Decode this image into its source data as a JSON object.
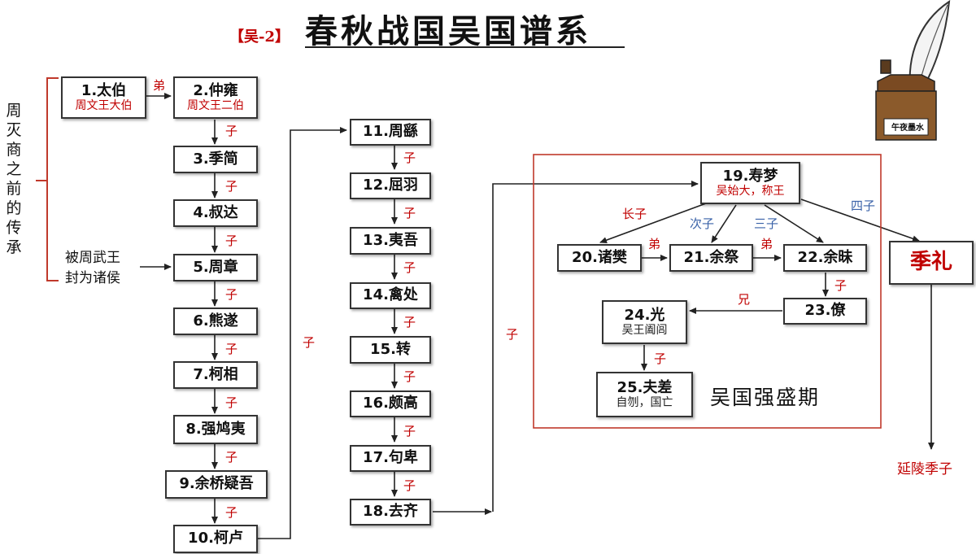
{
  "header": {
    "tag": "【吴-2】",
    "title": "春秋战国吴国谱系"
  },
  "logo": {
    "caption": "午夜墨水"
  },
  "left_note": {
    "vertical": "周灭商之前的传承",
    "enfeoff_line1": "被周武王",
    "enfeoff_line2": "封为诸侯"
  },
  "nodes": {
    "n1": {
      "name": "1.太伯",
      "sub": "周文王大伯"
    },
    "n2": {
      "name": "2.仲雍",
      "sub": "周文王二伯"
    },
    "n3": {
      "name": "3.季简"
    },
    "n4": {
      "name": "4.叔达"
    },
    "n5": {
      "name": "5.周章"
    },
    "n6": {
      "name": "6.熊遂"
    },
    "n7": {
      "name": "7.柯相"
    },
    "n8": {
      "name": "8.强鸠夷"
    },
    "n9": {
      "name": "9.余桥疑吾"
    },
    "n10": {
      "name": "10.柯卢"
    },
    "n11": {
      "name": "11.周繇"
    },
    "n12": {
      "name": "12.屈羽"
    },
    "n13": {
      "name": "13.夷吾"
    },
    "n14": {
      "name": "14.禽处"
    },
    "n15": {
      "name": "15.转"
    },
    "n16": {
      "name": "16.颇高"
    },
    "n17": {
      "name": "17.句卑"
    },
    "n18": {
      "name": "18.去齐"
    },
    "n19": {
      "name": "19.寿梦",
      "sub": "吴始大，称王"
    },
    "n20": {
      "name": "20.诸樊"
    },
    "n21": {
      "name": "21.余祭"
    },
    "n22": {
      "name": "22.余昧"
    },
    "n23": {
      "name": "23.僚"
    },
    "n24": {
      "name": "24.光",
      "sub": "吴王阖闾"
    },
    "n25": {
      "name": "25.夫差",
      "sub": "自刎，国亡"
    },
    "jizha": {
      "name": "季礼"
    }
  },
  "relations": {
    "son": "子",
    "younger_brother": "弟",
    "elder_brother": "兄",
    "eldest_son": "长子",
    "second_son": "次子",
    "third_son": "三子",
    "fourth_son": "四子"
  },
  "period_label": "吴国强盛期",
  "jizha_note": "延陵季子",
  "colors": {
    "relation_red": "#c00000",
    "relation_blue": "#3a62a8",
    "frame_red": "#c0392b"
  }
}
